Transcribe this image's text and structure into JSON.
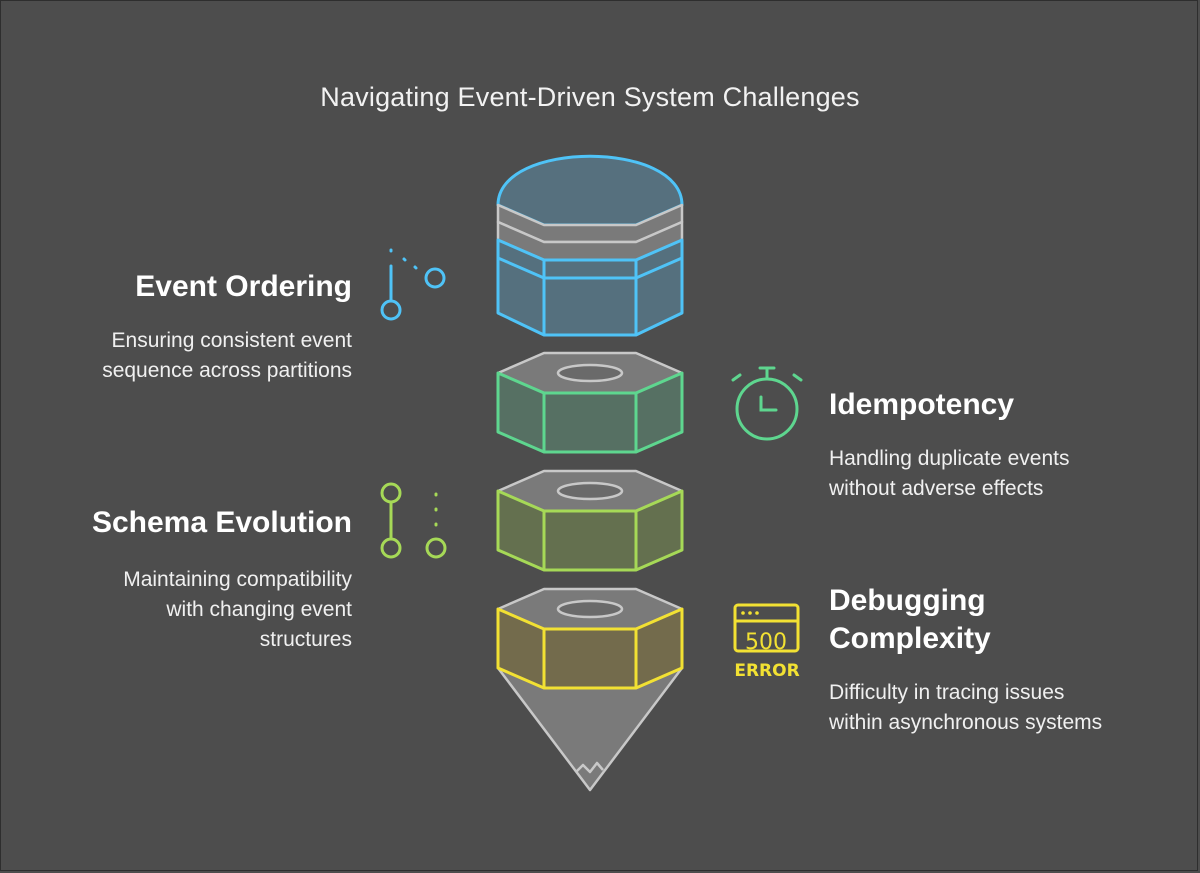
{
  "title": "Navigating Event-Driven System Challenges",
  "items": [
    {
      "heading": "Event Ordering",
      "description_lines": [
        "Ensuring consistent event",
        "sequence across partitions"
      ],
      "icon": "timeline-icon",
      "color": "#4fc3f7"
    },
    {
      "heading": "Idempotency",
      "description_lines": [
        "Handling duplicate events",
        "without adverse effects"
      ],
      "icon": "stopwatch-icon",
      "color": "#5ed68f"
    },
    {
      "heading": "Schema Evolution",
      "description_lines": [
        "Maintaining compatibility",
        "with changing event",
        "structures"
      ],
      "icon": "branch-icon",
      "color": "#a6d957"
    },
    {
      "heading_lines": [
        "Debugging",
        "Complexity"
      ],
      "description_lines": [
        "Difficulty in tracing issues",
        "within asynchronous systems"
      ],
      "icon": "server-error-icon",
      "icon_text": [
        "500",
        "ERROR"
      ],
      "color": "#f2e133"
    }
  ]
}
